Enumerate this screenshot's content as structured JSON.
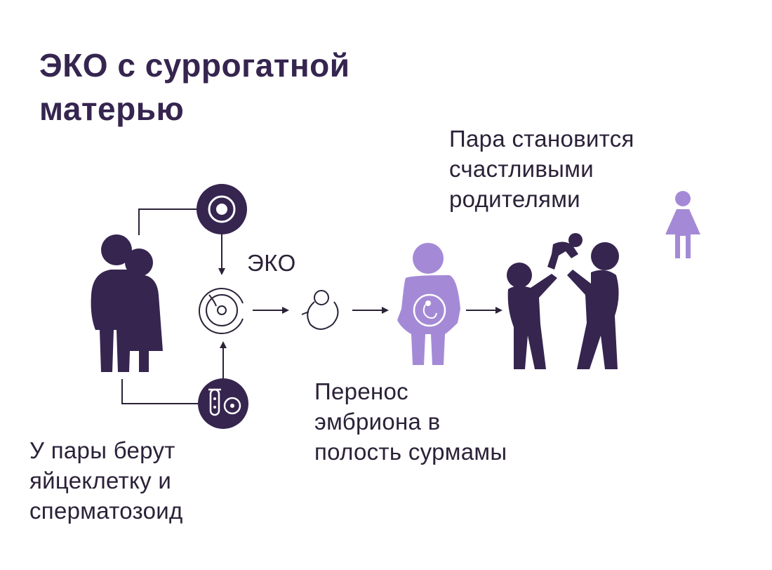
{
  "title": {
    "line1": "ЭКО с суррогатной",
    "line2": "матерью"
  },
  "step_donors": {
    "line1": "У пары берут",
    "line2": "яйцеклетку и",
    "line3": "сперматозоид"
  },
  "step_ivf": {
    "label": "ЭКО"
  },
  "step_transfer": {
    "line1": "Перенос",
    "line2": "эмбриона в",
    "line3": "полость сурмамы"
  },
  "step_result": {
    "line1": "Пара становится",
    "line2": "счастливыми",
    "line3": "родителями"
  },
  "colors": {
    "dark_purple": "#35254f",
    "light_purple": "#a48ad6",
    "text": "#2b2238",
    "connector": "#2b2238"
  },
  "icons": [
    "couple-icon",
    "egg-cell-icon",
    "test-tube-icon",
    "fertilization-icon",
    "embryo-icon",
    "pregnant-surrogate-icon",
    "parents-with-baby-icon",
    "girl-icon"
  ]
}
